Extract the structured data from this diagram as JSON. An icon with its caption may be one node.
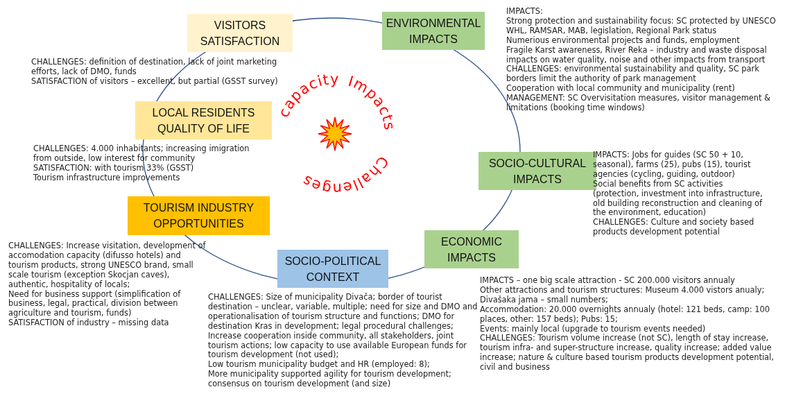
{
  "diagram": {
    "nodes": [
      {
        "text": [
          "VISITORS SATISFACTION"
        ],
        "beside": [
          "CHALLENGES: definition of destination, lack of joint marketing efforts, lack of DMO, funds",
          "SATISFACTION of visitors – excellent, but partial (GSST survey)"
        ]
      },
      {
        "text": [
          "ENVIRONMENTAL IMPACTS"
        ],
        "beside": [
          "IMPACTS:",
          "Strong protection and sustainability focus: SC protected by UNESCO WHL, RAMSAR, MAB, legislation, Regional Park status",
          "Numerious environmental projects and funds, employment",
          "Fragile Karst awareness, River Reka – industry and waste disposal impacts on water quality, noise and other impacts from transport",
          "CHALLENGES: environmental sustainability and quality, SC park borders limit the authority of park management",
          "Cooperation with local community and municipality (rent)",
          "MANAGEMENT: SC Overvisitation measures, visitor management & limitations (booking time windows)"
        ]
      },
      {
        "text": [
          "LOCAL RESIDENTS QUALITY OF LIFE"
        ],
        "beside": [
          "CHALLENGES: 4.000 inhabitants; increasing imigration from outside, low interest for community",
          "SATISFACTION: with tourism 33% (GSST)",
          "Tourism infrastructure improvements"
        ]
      },
      {
        "text": [
          "SOCIO-CULTURAL IMPACTS"
        ],
        "beside": [
          "IMPACTS: Jobs for guides (SC 50 + 10, seasonal), farms (25), pubs (15), tourist agencies (cycling, guiding, outdoor)",
          "Social benefits from SC activities (protection, investment into infrastructure, old building reconstruction and cleaning of the environment, education)",
          "CHALLENGES: Culture and society based products development potential"
        ]
      },
      {
        "text": [
          "TOURISM INDUSTRY OPPORTUNITIES"
        ],
        "beside": [
          "CHALLENGES: Increase visitation, development of accomodation capacity (difusso hotels) and tourism products, strong UNESCO brand, small scale tourism (exception Skocjan caves), authentic, hospitality of locals;",
          "Need for business support (simplification of business, legal, practical, division between agriculture and tourism, funds)",
          "SATISFACTION of industry – missing data"
        ]
      },
      {
        "text": [
          "ECONOMIC IMPACTS"
        ],
        "beside": [
          "IMPACTS – one big scale attraction - SC 200.000 visitors annualy",
          "Other attractions and tourism structures: Museum 4.000 vistors anualy; Divašaka jama – small numbers;",
          "Accommodation: 20.000 overnights annualy (hotel: 121 beds, camp: 100 places, other: 157 beds); Pubs: 15;",
          "Events: mainly local (upgrade to tourism events needed)",
          "CHALLENGES: Tourism volume increase (not SC), length of stay increase, tourism infra- and super-structure increase, quality increase; added value increase; nature & culture based tourism products development potential, civil and business"
        ]
      },
      {
        "text": [
          "SOCIO-POLITICAL CONTEXT"
        ],
        "beside": [
          "CHALLENGES: Size of municipality Divača; border of tourist destination – unclear, variable, multiple; need for size and DMO and operationalisation of tourism structure and functions; DMO for destination Kras in development; legal procedural challenges;",
          "Increase cooperation inside community, all stakeholders, joint tourism actions; low capacity to use available European funds for tourism development (not used);",
          "Low tourism municipality budget and HR (employed: 8);",
          "More municipality supported agility for tourism development; consensus on tourism development (and size)"
        ]
      }
    ],
    "labels": [
      "capacity",
      "Impacts",
      "Challenges"
    ]
  }
}
